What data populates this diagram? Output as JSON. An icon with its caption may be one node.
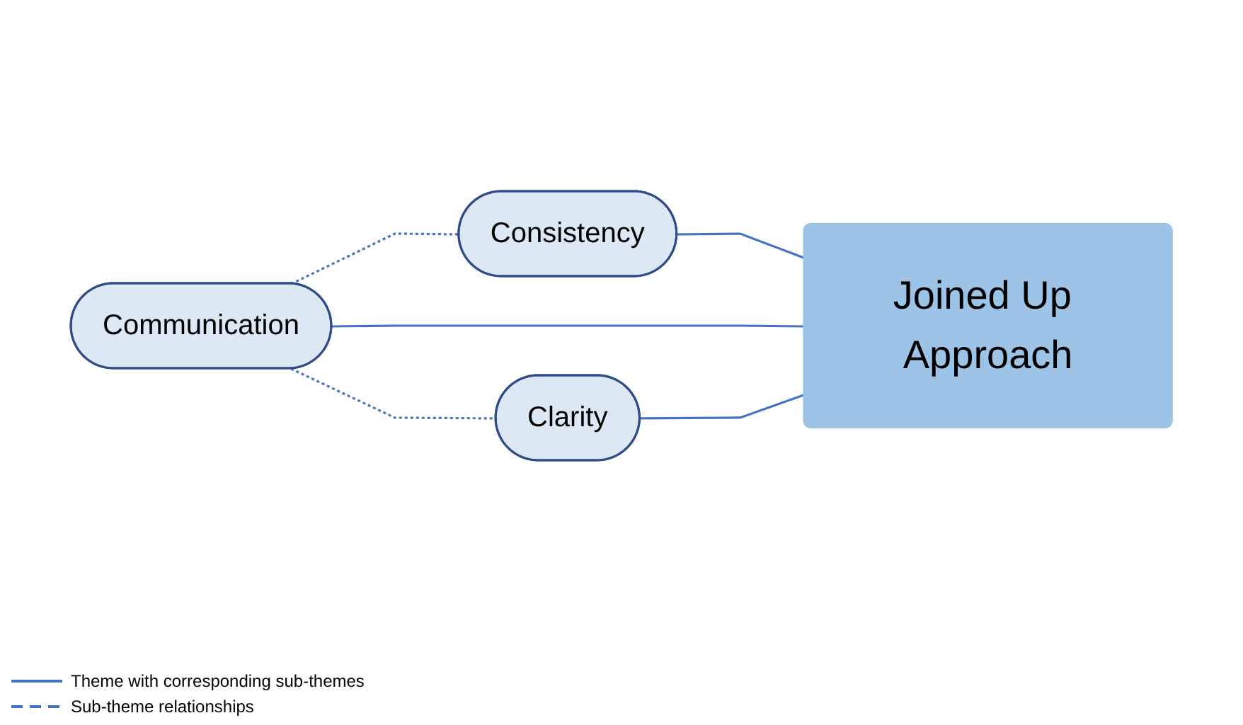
{
  "diagram": {
    "nodes": [
      {
        "text": [
          "Consistency"
        ]
      },
      {
        "text": [
          "Communication"
        ]
      },
      {
        "text": [
          "Joined Up Approach"
        ]
      },
      {
        "text": [
          "Clarity"
        ]
      }
    ],
    "edges": [
      {
        "from": 1,
        "to": 0,
        "arrow": "none",
        "style": "dashed"
      },
      {
        "from": 0,
        "to": 2,
        "arrow": "none"
      },
      {
        "from": 1,
        "to": 2,
        "arrow": "none"
      },
      {
        "from": 1,
        "to": 3,
        "arrow": "none",
        "style": "dashed"
      },
      {
        "from": 3,
        "to": 2,
        "arrow": "none"
      }
    ],
    "legend": [
      {
        "text": "Theme with corresponding sub-themes"
      },
      {
        "text": "Sub-theme relationships"
      }
    ]
  }
}
